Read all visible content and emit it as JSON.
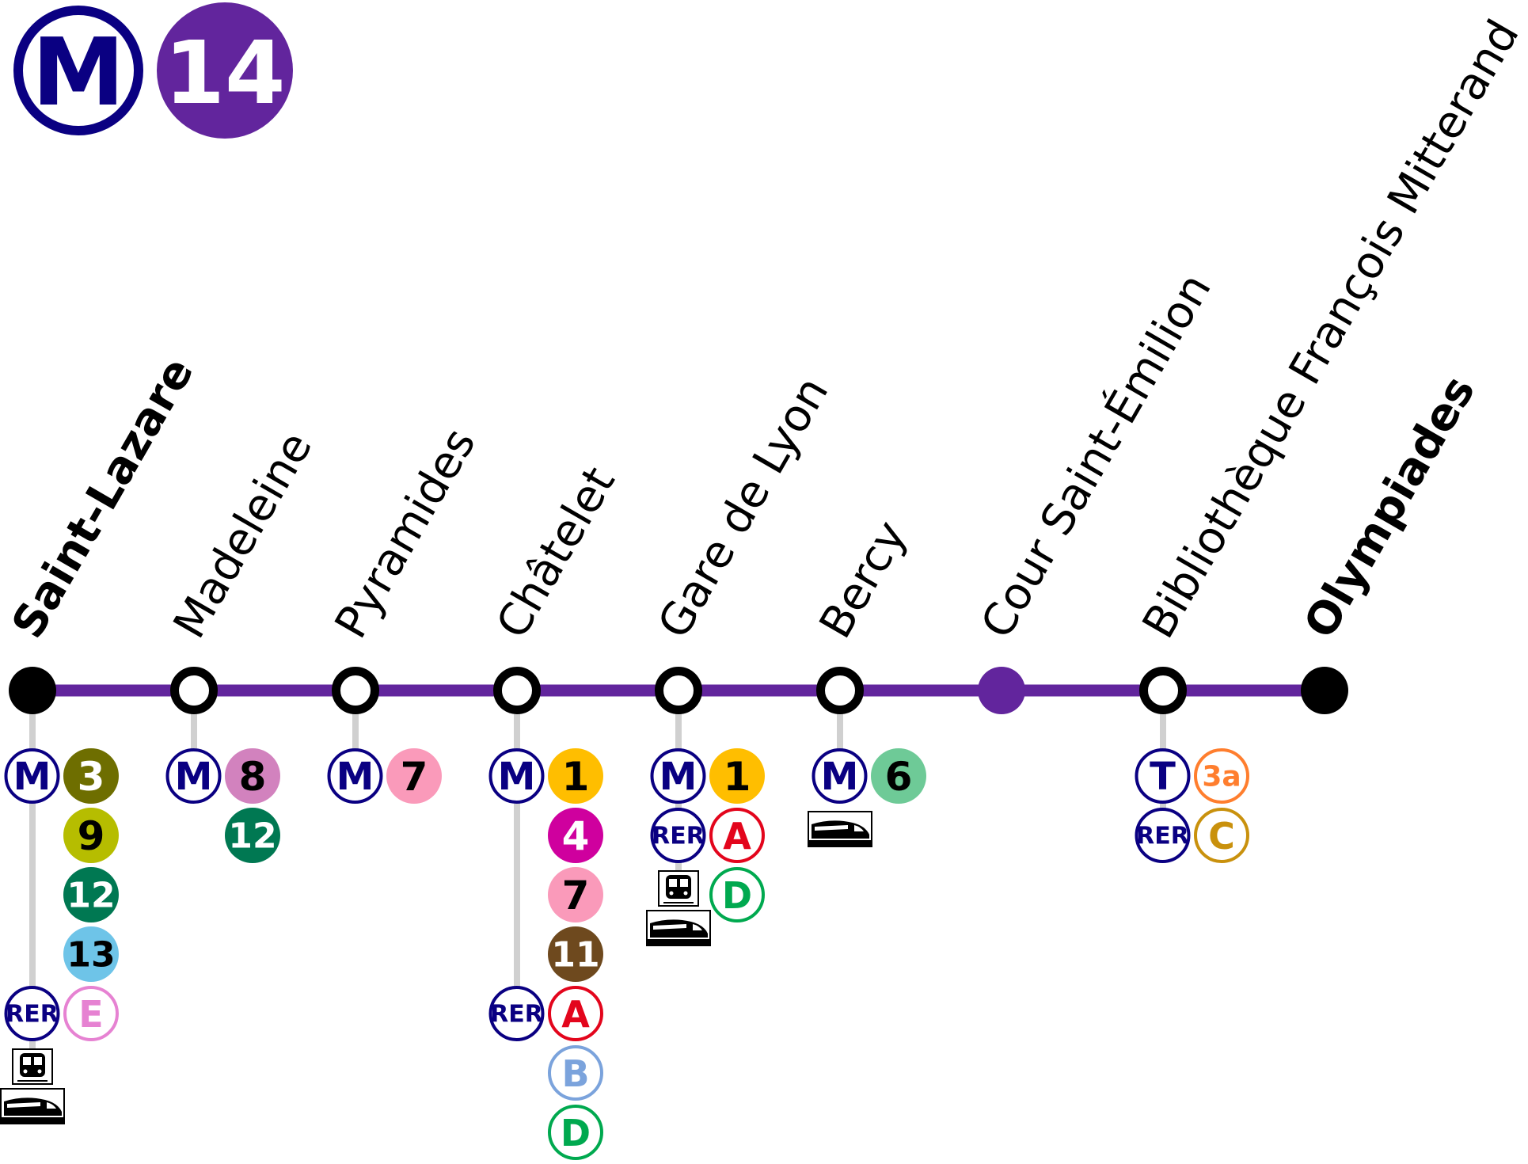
{
  "header": {
    "metro_letter": "M",
    "line_number": "14",
    "line_color": "#62259D",
    "metro_blue": "#0A0082"
  },
  "stations": [
    {
      "name": "Saint-Lazare",
      "terminus": true,
      "connections": [
        {
          "label": "M",
          "kind": "mode"
        },
        {
          "label": "3",
          "kind": "metro",
          "bg": "#6E6E00",
          "fg": "#ffffff"
        },
        {
          "label": "9",
          "kind": "metro",
          "bg": "#B6BD00",
          "fg": "#000000"
        },
        {
          "label": "12",
          "kind": "metro",
          "bg": "#007852",
          "fg": "#ffffff"
        },
        {
          "label": "13",
          "kind": "metro",
          "bg": "#6EC4E8",
          "fg": "#000000"
        },
        {
          "label": "RER",
          "kind": "mode"
        },
        {
          "label": "E",
          "kind": "rer",
          "color": "#E682D2"
        }
      ],
      "icons": [
        "suburban-train-icon",
        "high-speed-train-icon"
      ]
    },
    {
      "name": "Madeleine",
      "terminus": false,
      "connections": [
        {
          "label": "M",
          "kind": "mode"
        },
        {
          "label": "8",
          "kind": "metro",
          "bg": "#D282BE",
          "fg": "#000000"
        },
        {
          "label": "12",
          "kind": "metro",
          "bg": "#007852",
          "fg": "#ffffff"
        }
      ],
      "icons": []
    },
    {
      "name": "Pyramides",
      "terminus": false,
      "connections": [
        {
          "label": "M",
          "kind": "mode"
        },
        {
          "label": "7",
          "kind": "metro",
          "bg": "#FA9ABA",
          "fg": "#000000"
        }
      ],
      "icons": []
    },
    {
      "name": "Châtelet",
      "terminus": false,
      "connections": [
        {
          "label": "M",
          "kind": "mode"
        },
        {
          "label": "1",
          "kind": "metro",
          "bg": "#FFBE00",
          "fg": "#000000"
        },
        {
          "label": "4",
          "kind": "metro",
          "bg": "#CF009E",
          "fg": "#ffffff"
        },
        {
          "label": "7",
          "kind": "metro",
          "bg": "#FA9ABA",
          "fg": "#000000"
        },
        {
          "label": "11",
          "kind": "metro",
          "bg": "#6E491E",
          "fg": "#ffffff"
        },
        {
          "label": "RER",
          "kind": "mode"
        },
        {
          "label": "A",
          "kind": "rer",
          "color": "#E3051C"
        },
        {
          "label": "B",
          "kind": "rer",
          "color": "#7BA3DC"
        },
        {
          "label": "D",
          "kind": "rer",
          "color": "#00A94F"
        }
      ],
      "icons": []
    },
    {
      "name": "Gare de Lyon",
      "terminus": false,
      "connections": [
        {
          "label": "M",
          "kind": "mode"
        },
        {
          "label": "1",
          "kind": "metro",
          "bg": "#FFBE00",
          "fg": "#000000"
        },
        {
          "label": "RER",
          "kind": "mode"
        },
        {
          "label": "A",
          "kind": "rer",
          "color": "#E3051C"
        },
        {
          "label": "D",
          "kind": "rer",
          "color": "#00A94F"
        }
      ],
      "icons": [
        "suburban-train-icon",
        "high-speed-train-icon"
      ]
    },
    {
      "name": "Bercy",
      "terminus": false,
      "connections": [
        {
          "label": "M",
          "kind": "mode"
        },
        {
          "label": "6",
          "kind": "metro",
          "bg": "#6ECA97",
          "fg": "#000000"
        }
      ],
      "icons": [
        "high-speed-train-icon"
      ]
    },
    {
      "name": "Cour Saint-Émilion",
      "terminus": false,
      "connections": [],
      "icons": []
    },
    {
      "name": "Bibliothèque François Mitterand",
      "terminus": false,
      "connections": [
        {
          "label": "T",
          "kind": "mode"
        },
        {
          "label": "3a",
          "kind": "rer",
          "color": "#FF7E2E"
        },
        {
          "label": "RER",
          "kind": "mode"
        },
        {
          "label": "C",
          "kind": "rer",
          "color": "#C9910D"
        }
      ],
      "icons": []
    },
    {
      "name": "Olympiades",
      "terminus": true,
      "connections": [],
      "icons": []
    }
  ]
}
